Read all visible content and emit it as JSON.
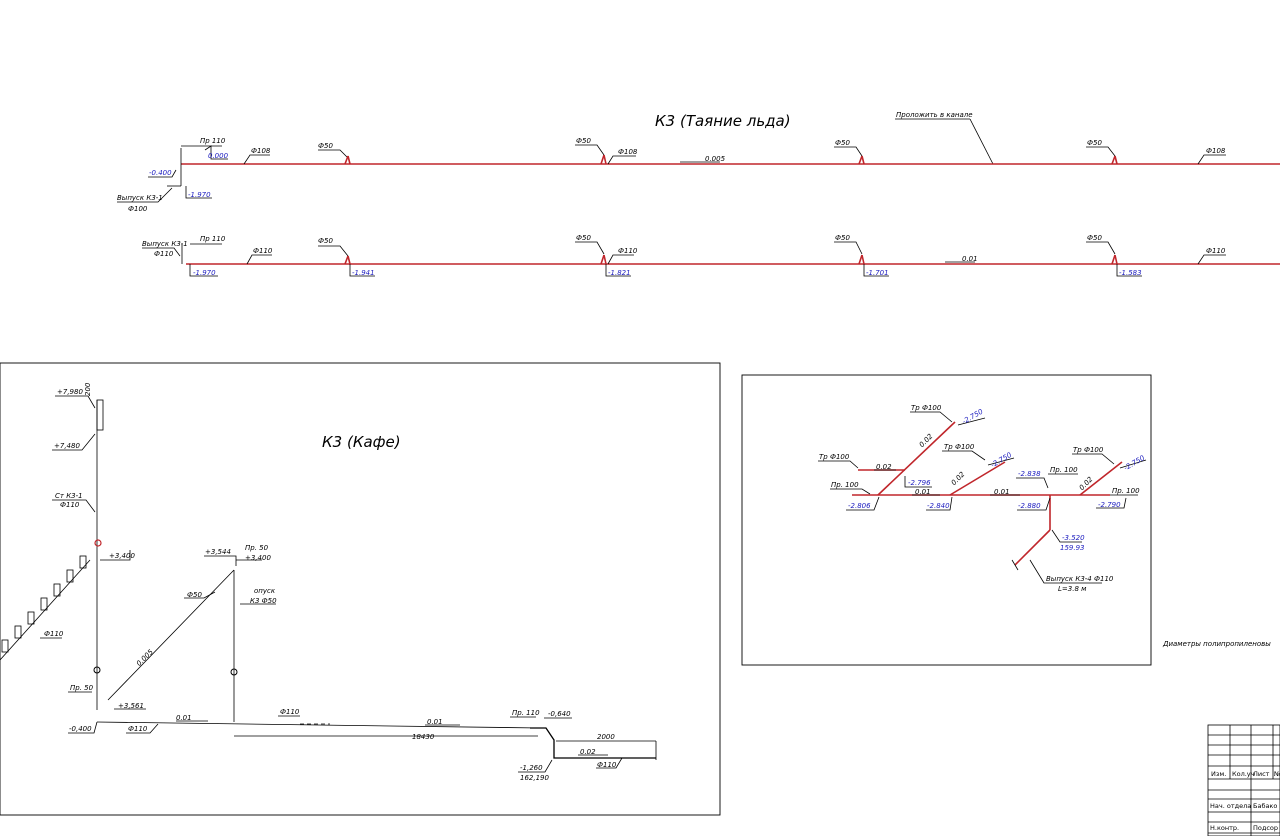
{
  "section_top": {
    "title": "К3 (Таяние льда)",
    "note": "Проложить в канале",
    "row1": {
      "outlet": "Выпуск К3-1",
      "outlet_d": "Ф100",
      "pr": "Пр 110",
      "top_level": "0.000",
      "left_level": "-0.400",
      "bottom_level": "-1.970",
      "d_main": "Ф108",
      "branch": "Ф50",
      "slope": "0.005"
    },
    "row2": {
      "outlet": "Выпуск К3-1",
      "outlet_d": "Ф110",
      "pr": "Пр 110",
      "d_main": "Ф110",
      "branch": "Ф50",
      "slope": "0.01",
      "levels": [
        "-1.970",
        "-1.941",
        "-1.821",
        "-1.701",
        "-1.583"
      ]
    }
  },
  "section_cafe": {
    "title": "К3 (Кафе)",
    "l_7980": "+7,980",
    "l_7480": "+7,480",
    "d200": "200",
    "riser": "Ст К3-1",
    "riser_d": "Ф110",
    "l_3400": "+3,400",
    "l_3544": "+3,544",
    "pr50": "Пр. 50",
    "l_3400b": "+3,400",
    "d50": "Ф50",
    "opusk": "опуск",
    "k3_50": "К3 Ф50",
    "d110_left": "Ф110",
    "slope_diag": "0.005",
    "pr50_left": "Пр. 50",
    "l_3561": "+3,561",
    "l_m400": "-0,400",
    "d110_bottom": "Ф110",
    "slope_a": "0.01",
    "d110_mid": "Ф110",
    "slope_b": "0.01",
    "dim_18430": "18430",
    "pr110": "Пр. 110",
    "l_m640": "-0,640",
    "l_m1260": "-1,260",
    "l_162190": "162,190",
    "dim_2000": "2000",
    "slope_c": "0.02",
    "d110_end": "Ф110"
  },
  "section_right": {
    "tr1": "Тр Ф100",
    "tr2": "Тр Ф100",
    "tr3": "Тр Ф100",
    "tr4": "Тр Ф100",
    "pr100_left": "Пр. 100",
    "pr100_mid": "Пр. 100",
    "pr100_right": "Пр. 100",
    "l_2750a": "-2.750",
    "l_2750b": "-2.750",
    "l_2750c": "-2.750",
    "l_2796": "-2.796",
    "l_2806": "-2.806",
    "l_2840": "-2.840",
    "l_2838": "-2.838",
    "l_2880": "-2.880",
    "l_2790": "-2.790",
    "l_3520": "-3.520",
    "l_15993": "159.93",
    "s002a": "0.02",
    "s002b": "0.02",
    "s002c": "0.02",
    "s002d": "0.02",
    "s001a": "0.01",
    "s001b": "0.01",
    "outlet": "Выпуск К3-4  Ф110",
    "length": "L=3.8 м"
  },
  "side_note": "Диаметры полипропиленовы",
  "title_block": {
    "h1": "Изм.",
    "h2": "Кол.уч",
    "h3": "Лист",
    "h4": "№",
    "r1a": "Нач. отдела",
    "r1b": "Бабако",
    "r2a": "Н.контр.",
    "r2b": "Подсор"
  },
  "colors": {
    "pipe": "#c0262b",
    "level": "#2020c0",
    "line": "#000000"
  }
}
